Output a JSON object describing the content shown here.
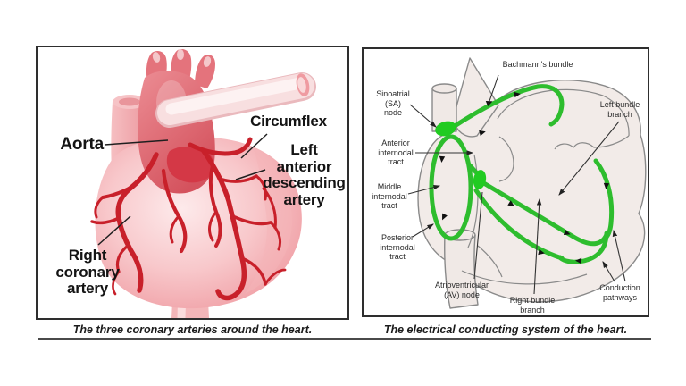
{
  "left": {
    "caption": "The three coronary arteries around the heart.",
    "labels": {
      "aorta": [
        "Aorta"
      ],
      "circumflex": [
        "Circumflex"
      ],
      "lad": [
        "Left",
        "anterior",
        "descending",
        "artery"
      ],
      "rca": [
        "Right",
        "coronary",
        "artery"
      ]
    },
    "colors": {
      "artery_red": "#c8202a",
      "heart_pink": "#f2a6ab",
      "heart_pink_light": "#fde8e9",
      "aorta_rose": "#d5545f",
      "pulmonary_pink": "#f8dfe0"
    }
  },
  "right": {
    "caption": "The electrical conducting system of the heart.",
    "labels": {
      "bachmann": [
        "Bachmann's bundle"
      ],
      "sa_node": [
        "Sinoatrial",
        "(SA)",
        "node"
      ],
      "left_bundle": [
        "Left bundle",
        "branch"
      ],
      "anterior_internodal": [
        "Anterior",
        "internodal",
        "tract"
      ],
      "middle_internodal": [
        "Middle",
        "internodal",
        "tract"
      ],
      "posterior_internodal": [
        "Posterior",
        "internodal",
        "tract"
      ],
      "av_node": [
        "Atrioventricular",
        "(AV) node"
      ],
      "right_bundle": [
        "Right bundle",
        "branch"
      ],
      "conduction": [
        "Conduction",
        "pathways"
      ]
    },
    "colors": {
      "conduction_green": "#2ebd2e",
      "heart_fill": "#f2ebe8",
      "outline_gray": "#8a8a8a"
    }
  }
}
